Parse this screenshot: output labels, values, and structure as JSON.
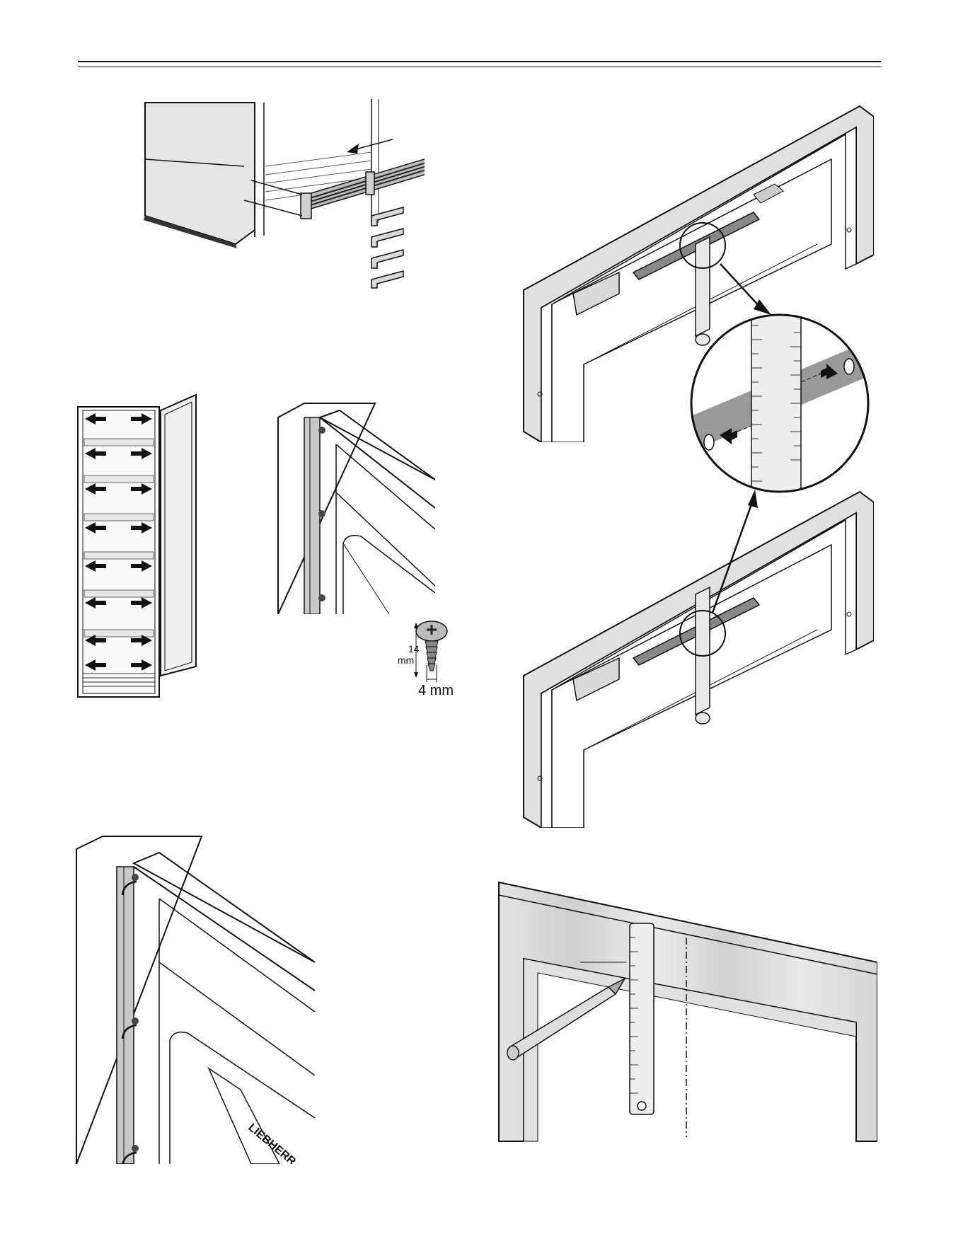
{
  "figure_labels": {
    "screw_length": "14",
    "screw_length_unit": "mm",
    "screw_diameter": "4 mm"
  },
  "panel_logo_text": "LIEBHERR"
}
